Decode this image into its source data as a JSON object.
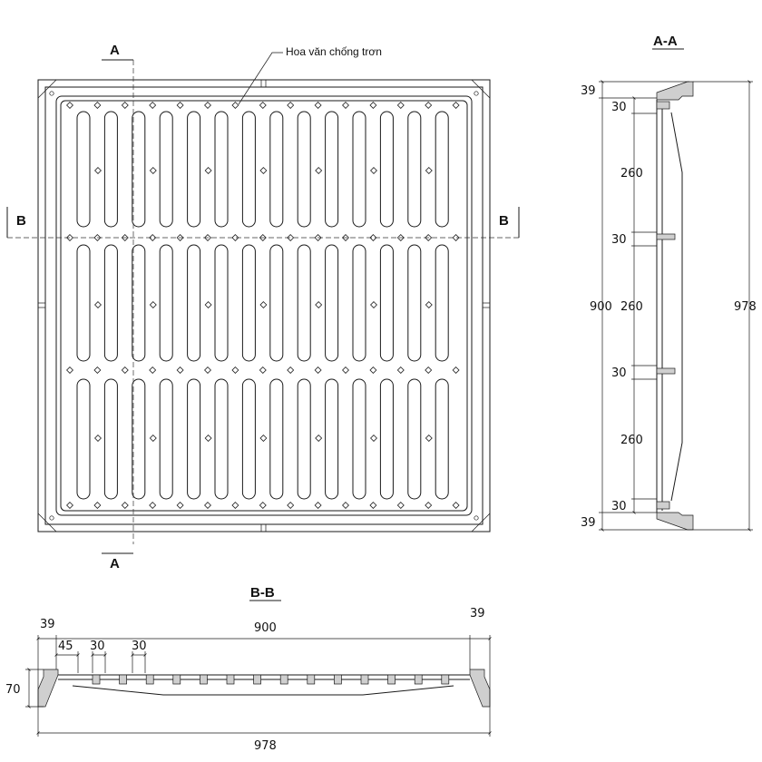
{
  "plan": {
    "section_mark_a": "A",
    "section_mark_b": "B",
    "callout": "Hoa văn chống trơn"
  },
  "section_aa": {
    "title": "A-A",
    "dims": {
      "top": "39",
      "d1": "30",
      "d2": "260",
      "d3": "30",
      "d4": "260",
      "d5": "30",
      "d6": "260",
      "d7": "30",
      "bottom": "39",
      "inner": "900",
      "outer": "978"
    }
  },
  "section_bb": {
    "title": "B-B",
    "dims": {
      "left": "39",
      "right": "39",
      "inner": "900",
      "d45": "45",
      "d30a": "30",
      "d30b": "30",
      "height": "70",
      "outer": "978"
    }
  }
}
